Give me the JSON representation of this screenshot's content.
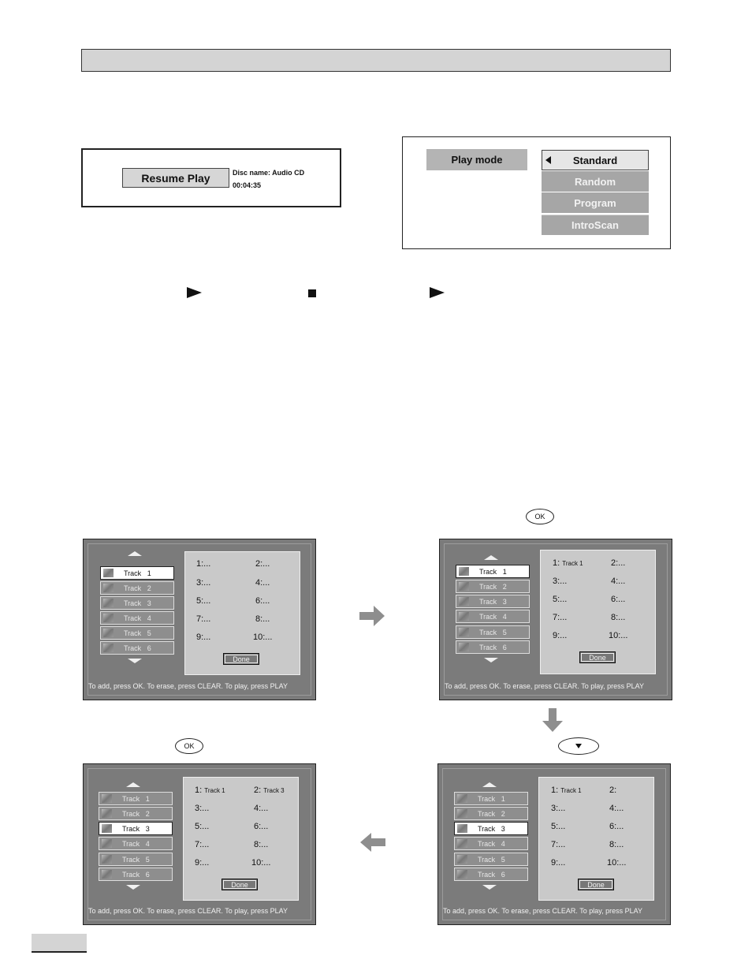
{
  "resume": {
    "button_label": "Resume Play",
    "disc_name": "Disc name: Audio CD",
    "time": "00:04:35"
  },
  "play_mode": {
    "label": "Play mode",
    "options": [
      "Standard",
      "Random",
      "Program",
      "IntroScan"
    ],
    "selected": "Standard"
  },
  "remote": {
    "ok_label": "OK",
    "down_icon": "chevron-down-icon"
  },
  "screens": [
    {
      "highlighted_track": "Track 1",
      "tracks": [
        {
          "name": "Track",
          "num": "1"
        },
        {
          "name": "Track",
          "num": "2"
        },
        {
          "name": "Track",
          "num": "3"
        },
        {
          "name": "Track",
          "num": "4"
        },
        {
          "name": "Track",
          "num": "5"
        },
        {
          "name": "Track",
          "num": "6"
        }
      ],
      "slots": [
        "1:...",
        "2:...",
        "3:...",
        "4:...",
        "5:...",
        "6:...",
        "7:...",
        "8:...",
        "9:...",
        "10:..."
      ],
      "done_label": "Done",
      "footer": "To add, press OK. To erase, press CLEAR. To play, press PLAY"
    },
    {
      "highlighted_track": "Track 1",
      "tracks": [
        {
          "name": "Track",
          "num": "1"
        },
        {
          "name": "Track",
          "num": "2"
        },
        {
          "name": "Track",
          "num": "3"
        },
        {
          "name": "Track",
          "num": "4"
        },
        {
          "name": "Track",
          "num": "5"
        },
        {
          "name": "Track",
          "num": "6"
        }
      ],
      "slots": [
        "1:",
        "2:...",
        "3:...",
        "4:...",
        "5:...",
        "6:...",
        "7:...",
        "8:...",
        "9:...",
        "10:..."
      ],
      "slot1_track": "Track  1",
      "done_label": "Done",
      "footer": "To add, press OK. To erase, press CLEAR. To play, press PLAY"
    },
    {
      "highlighted_track": "Track 3",
      "tracks": [
        {
          "name": "Track",
          "num": "1"
        },
        {
          "name": "Track",
          "num": "2"
        },
        {
          "name": "Track",
          "num": "3"
        },
        {
          "name": "Track",
          "num": "4"
        },
        {
          "name": "Track",
          "num": "5"
        },
        {
          "name": "Track",
          "num": "6"
        }
      ],
      "slots": [
        "1:",
        "2:",
        "3:...",
        "4:...",
        "5:...",
        "6:...",
        "7:...",
        "8:...",
        "9:...",
        "10:..."
      ],
      "slot1_track": "Track  1",
      "done_label": "Done",
      "footer": "To add, press OK. To erase, press CLEAR. To play, press PLAY"
    },
    {
      "highlighted_track": "Track 3",
      "tracks": [
        {
          "name": "Track",
          "num": "1"
        },
        {
          "name": "Track",
          "num": "2"
        },
        {
          "name": "Track",
          "num": "3"
        },
        {
          "name": "Track",
          "num": "4"
        },
        {
          "name": "Track",
          "num": "5"
        },
        {
          "name": "Track",
          "num": "6"
        }
      ],
      "slots": [
        "1:",
        "2:",
        "3:...",
        "4:...",
        "5:...",
        "6:...",
        "7:...",
        "8:...",
        "9:...",
        "10:..."
      ],
      "slot1_track": "Track  1",
      "slot2_track": "Track  3",
      "done_label": "Done",
      "footer": "To add, press OK. To erase, press CLEAR. To play, press PLAY"
    }
  ]
}
